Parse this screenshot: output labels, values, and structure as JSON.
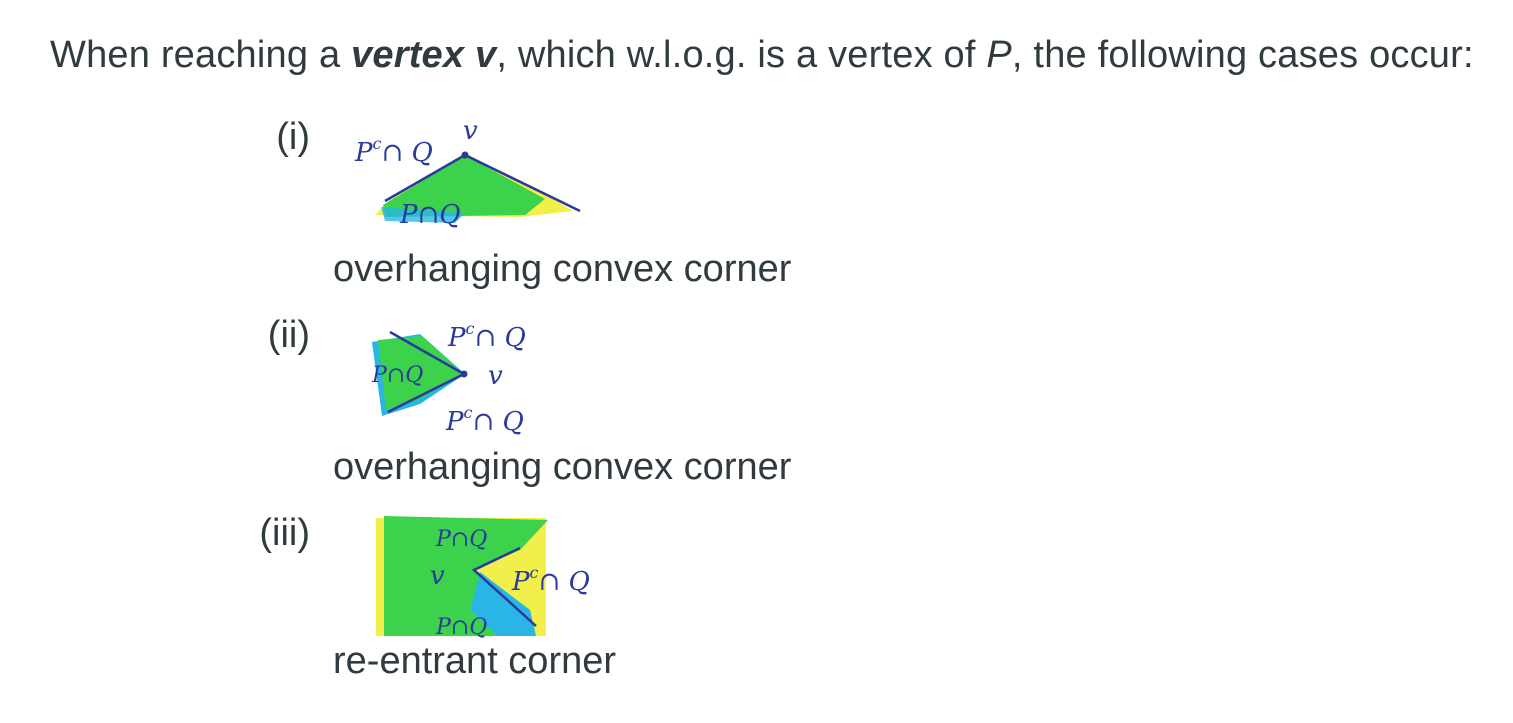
{
  "intro": {
    "prefix": "When reaching a ",
    "keyword": "vertex v",
    "middle": ", which w.l.o.g. is a vertex of ",
    "var_p": "P",
    "suffix": ", the following cases occur:"
  },
  "cases": [
    {
      "number": "(i)",
      "caption": "overhanging convex corner",
      "sketch_labels": {
        "top_left": "P",
        "top_left_sup": "c",
        "top_left_rest": "∩ Q",
        "vertex": "v",
        "bottom": "P∩Q"
      }
    },
    {
      "number": "(ii)",
      "caption": "overhanging convex corner",
      "sketch_labels": {
        "top": "P",
        "top_sup": "c",
        "top_rest": "∩ Q",
        "left": "P∩Q",
        "vertex": "v",
        "bottom": "P",
        "bottom_sup": "c",
        "bottom_rest": "∩ Q"
      }
    },
    {
      "number": "(iii)",
      "caption": "re-entrant corner",
      "sketch_labels": {
        "top": "P∩Q",
        "vertex": "v",
        "right": "P",
        "right_sup": "c",
        "right_rest": "∩ Q",
        "bottom": "P∩Q"
      }
    }
  ],
  "colors": {
    "text": "#2f3b3e",
    "ink": "#2a3a9c",
    "highlight_green": "#3cd24c",
    "highlight_yellow": "#f2ee4a",
    "highlight_cyan": "#29b6e6"
  }
}
